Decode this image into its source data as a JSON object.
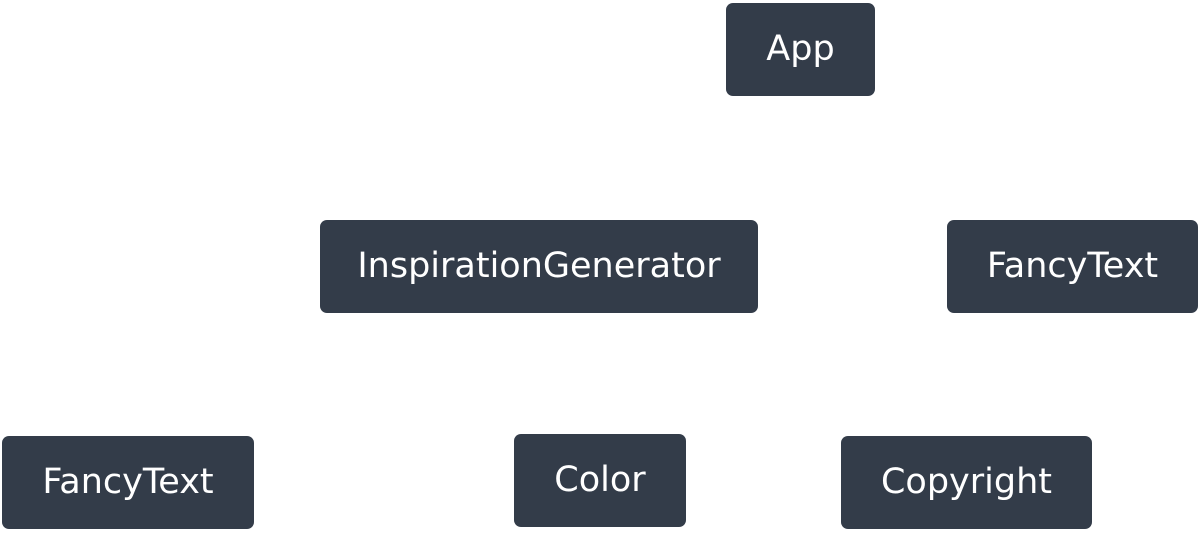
{
  "diagram": {
    "nodes": {
      "app": {
        "label": "App"
      },
      "inspiration_generator": {
        "label": "InspirationGenerator"
      },
      "fancy_text_right": {
        "label": "FancyText"
      },
      "fancy_text_left": {
        "label": "FancyText"
      },
      "color": {
        "label": "Color"
      },
      "copyright": {
        "label": "Copyright"
      }
    },
    "colors": {
      "node_background": "#333c49",
      "node_text": "#ffffff",
      "canvas_background": "#ffffff"
    }
  }
}
